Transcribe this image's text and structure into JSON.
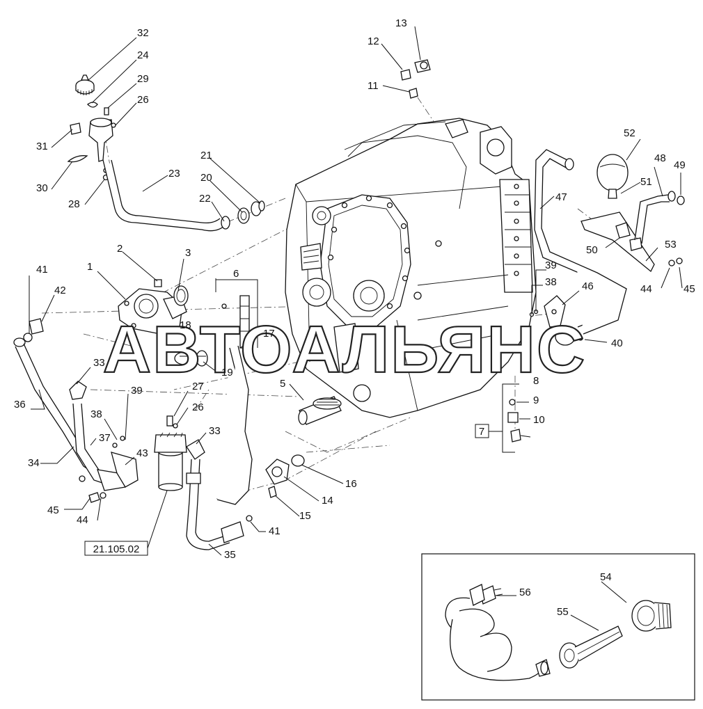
{
  "watermark": "АВТОАЛЬЯНС",
  "reference_label": "21.105.02",
  "callouts": {
    "c1": "1",
    "c2": "2",
    "c3": "3",
    "c5": "5",
    "c6": "6",
    "c7": "7",
    "c8": "8",
    "c9": "9",
    "c10": "10",
    "c11": "11",
    "c12": "12",
    "c13": "13",
    "c14": "14",
    "c15": "15",
    "c16": "16",
    "c17": "17",
    "c18": "18",
    "c19": "19",
    "c20": "20",
    "c21": "21",
    "c22": "22",
    "c23": "23",
    "c24": "24",
    "c26a": "26",
    "c26b": "26",
    "c27": "27",
    "c28": "28",
    "c29": "29",
    "c30": "30",
    "c31": "31",
    "c32": "32",
    "c33a": "33",
    "c33b": "33",
    "c34": "34",
    "c35": "35",
    "c36": "36",
    "c37": "37",
    "c38a": "38",
    "c38b": "38",
    "c39a": "39",
    "c39b": "39",
    "c40": "40",
    "c41a": "41",
    "c41b": "41",
    "c42": "42",
    "c43": "43",
    "c44a": "44",
    "c44b": "44",
    "c45a": "45",
    "c45b": "45",
    "c46": "46",
    "c47": "47",
    "c48": "48",
    "c49": "49",
    "c50": "50",
    "c51": "51",
    "c52": "52",
    "c53": "53",
    "c54": "54",
    "c55": "55",
    "c56": "56"
  }
}
